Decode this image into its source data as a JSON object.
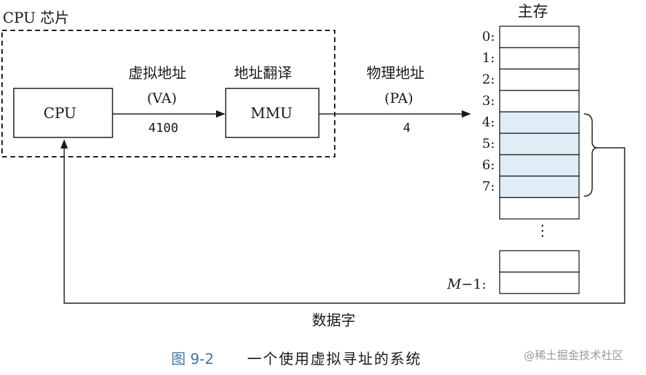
{
  "diagram": {
    "chip_label": "CPU 芯片",
    "cpu_label": "CPU",
    "mmu_label": "MMU",
    "va_title": "虚拟地址",
    "va_abbr": "(VA)",
    "va_value": "4100",
    "translate_label": "地址翻译",
    "pa_title": "物理地址",
    "pa_abbr": "(PA)",
    "pa_value": "4",
    "memory_title": "主存",
    "memory_addresses": [
      "0:",
      "1:",
      "2:",
      "3:",
      "4:",
      "5:",
      "6:",
      "7:"
    ],
    "memory_ellipsis": "⋮",
    "last_address_m": "M",
    "last_address_rest": "−1:",
    "data_word_label": "数据字",
    "highlight_color": "#dfeef6"
  },
  "caption": {
    "figure_number": "图 9-2",
    "text": "一个使用虚拟寻址的系统",
    "color": "#3a78a8"
  },
  "watermark": "@稀土掘金技术社区"
}
